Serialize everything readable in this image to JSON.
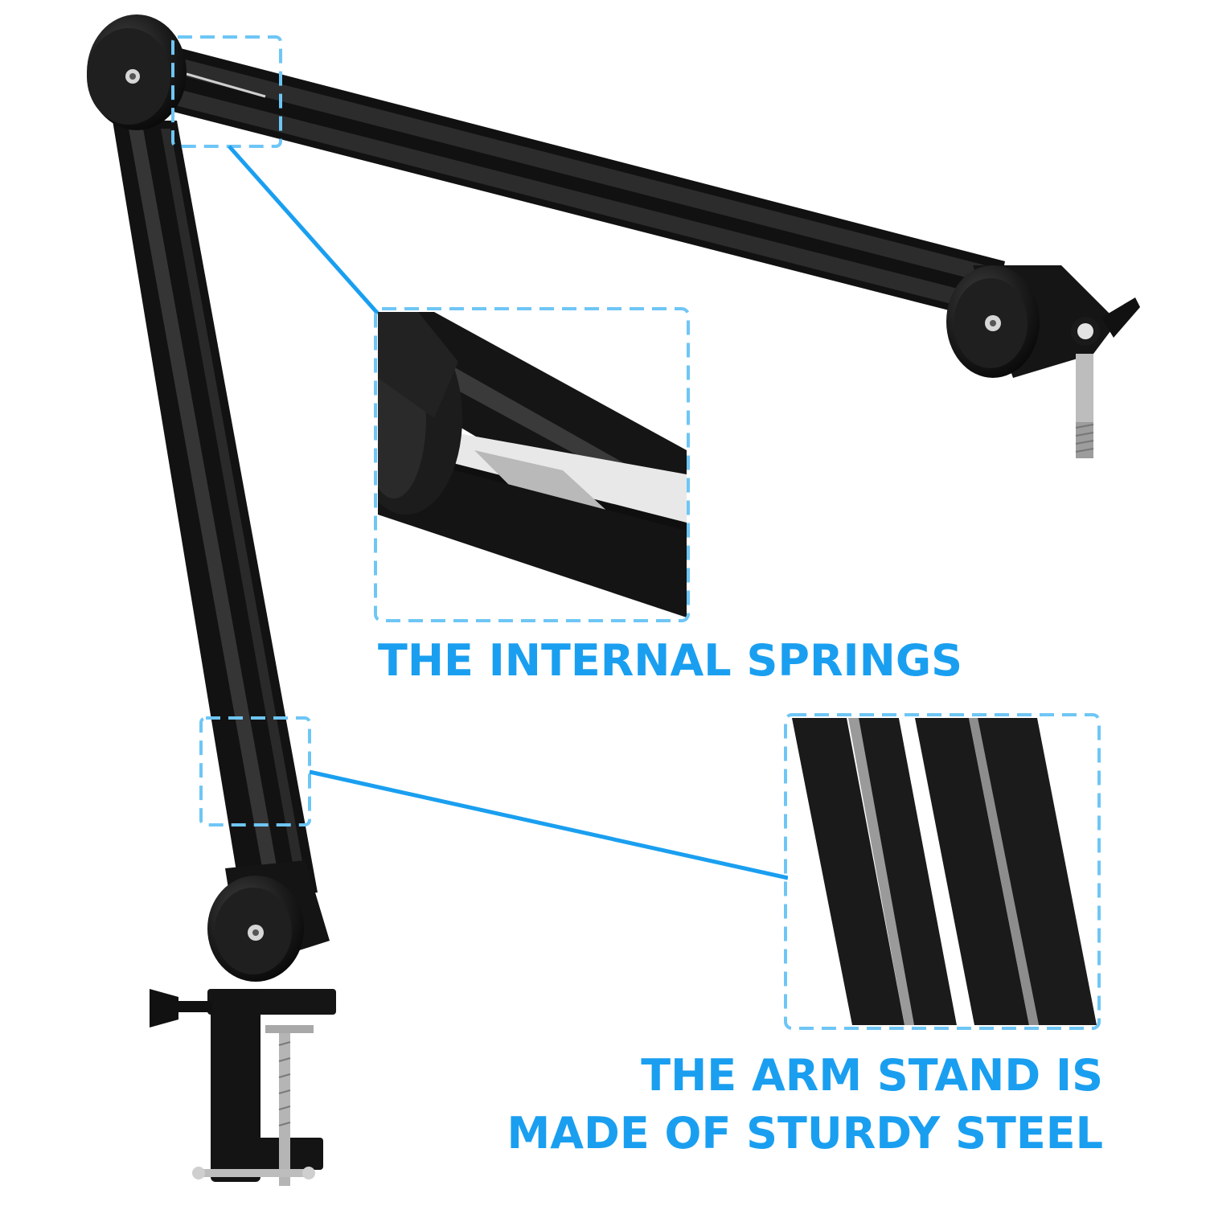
{
  "accent_color": "#1a9ff0",
  "dash_color": "#6ec6f5",
  "product": {
    "color": "#1b1b1b",
    "highlight": "#3a3a3a",
    "metal": "#c9c9c9"
  },
  "callouts": [
    {
      "id": "springs",
      "text": "THE INTERNAL SPRINGS",
      "detail": "zoomed view of upper joint showing internal spring"
    },
    {
      "id": "steel",
      "lines": [
        "THE ARM STAND IS",
        "MADE OF STURDY STEEL"
      ],
      "detail": "zoomed view of the steel arm tubes"
    }
  ]
}
